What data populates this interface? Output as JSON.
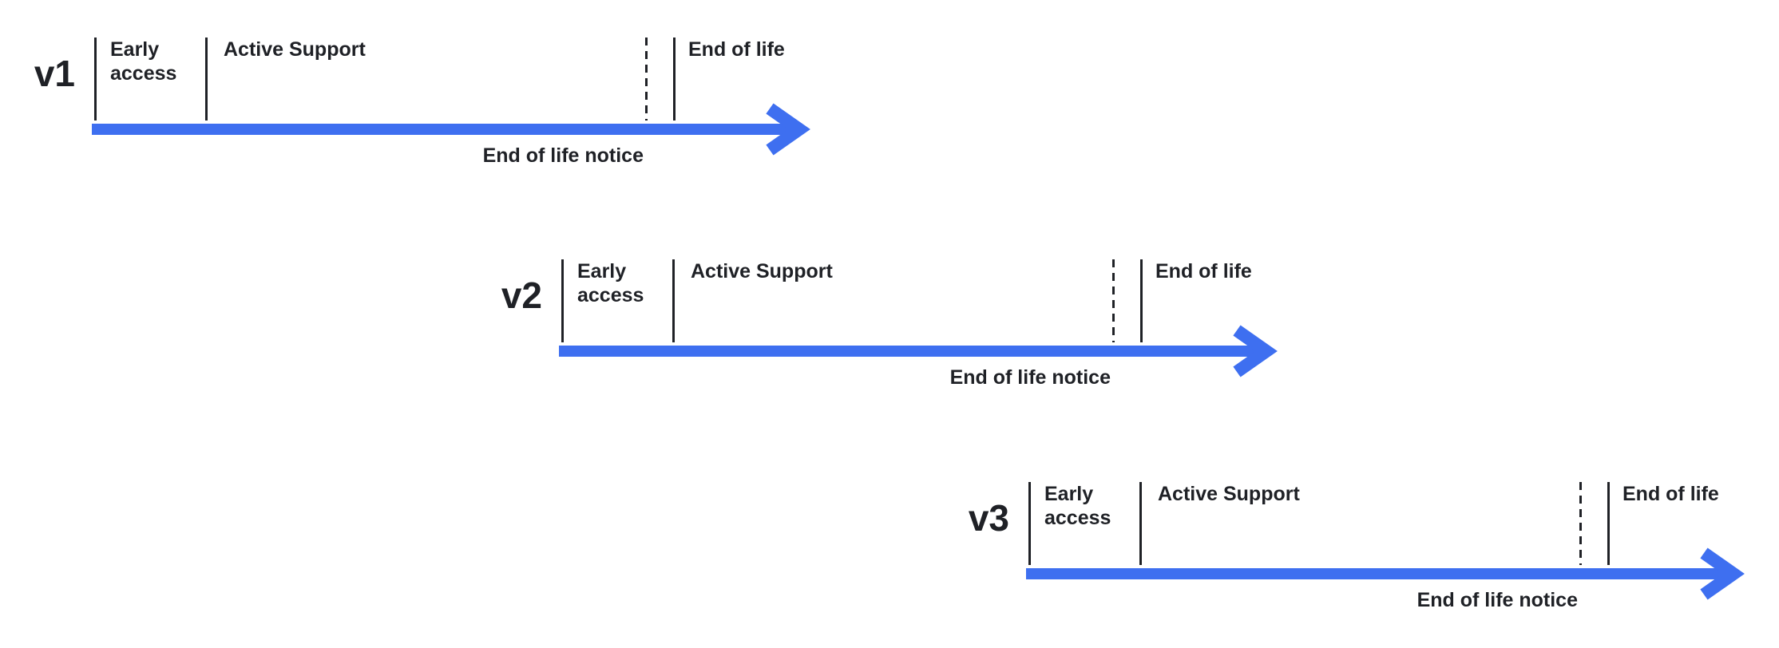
{
  "colors": {
    "arrow_blue": "#3e6ff0",
    "ink": "#1f2126",
    "background": "#ffffff"
  },
  "timelines": [
    {
      "version": "v1",
      "phases": {
        "early_access": "Early access",
        "active_support": "Active Support",
        "eol_notice": "End of life notice",
        "end_of_life": "End of life"
      }
    },
    {
      "version": "v2",
      "phases": {
        "early_access": "Early access",
        "active_support": "Active Support",
        "eol_notice": "End of life notice",
        "end_of_life": "End of life"
      }
    },
    {
      "version": "v3",
      "phases": {
        "early_access": "Early access",
        "active_support": "Active Support",
        "eol_notice": "End of life notice",
        "end_of_life": "End of life"
      }
    }
  ]
}
